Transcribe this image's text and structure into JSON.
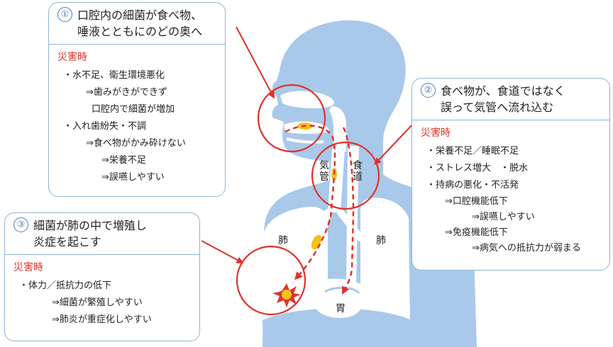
{
  "box1": {
    "num": "①",
    "title_l1": "口腔内の細菌が食べ物、",
    "title_l2": "唾液とともにのどの奥へ",
    "disaster": "災害時",
    "lines": [
      "・水不足、衛生環境悪化",
      "⇒歯みがきができず",
      "口腔内で細菌が増加",
      "・入れ歯紛失・不調",
      "⇒食べ物がかみ砕けない",
      "⇒栄養不足",
      "⇒誤嚥しやすい"
    ]
  },
  "box2": {
    "num": "②",
    "title_l1": "食べ物が、食道ではなく",
    "title_l2": "誤って気管へ流れ込む",
    "disaster": "災害時",
    "lines": [
      "・栄養不足／睡眠不足",
      "・ストレス増大　・脱水",
      "・持病の悪化・不活発",
      "⇒口腔機能低下",
      "⇒誤嚥しやすい",
      "⇒免疫機能低下",
      "⇒病気への抵抗力が弱まる"
    ]
  },
  "box3": {
    "num": "③",
    "title_l1": "細菌が肺の中で増殖し",
    "title_l2": "炎症を起こす",
    "disaster": "災害時",
    "lines": [
      "・体力／抵抗力の低下",
      "⇒細菌が繁殖しやすい",
      "⇒肺炎が重症化しやすい"
    ]
  },
  "labels": {
    "trachea_1": "気",
    "trachea_2": "管",
    "esophagus_1": "食",
    "esophagus_2": "道",
    "lung_left": "肺",
    "lung_right": "肺",
    "stomach": "胃"
  },
  "colors": {
    "body": "#a9c9ea",
    "airway": "#ffffff",
    "box_border": "#8fb3d6",
    "callout_red": "#e0322a",
    "disaster_text": "#e0322a",
    "food": "#f3c318",
    "number_circle": "#4a7fb8"
  }
}
